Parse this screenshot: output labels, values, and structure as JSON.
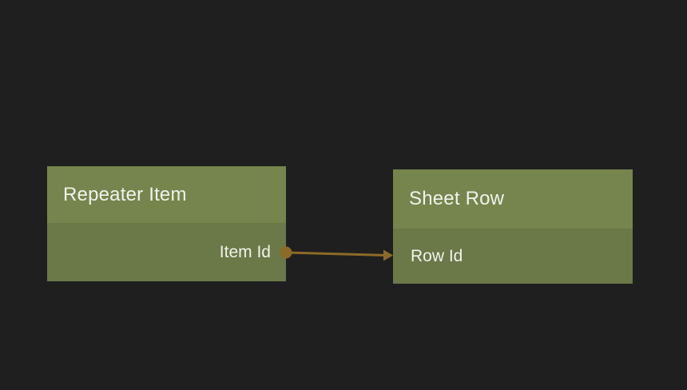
{
  "colors": {
    "background": "#1f1f20",
    "node_header": "#75854d",
    "node_body": "#6b7847",
    "text": "#f1f2ec",
    "connector": "#8e6a28"
  },
  "nodes": [
    {
      "id": "repeater-item",
      "title": "Repeater Item",
      "fields": [
        {
          "label": "Item Id",
          "port": "output"
        }
      ]
    },
    {
      "id": "sheet-row",
      "title": "Sheet Row",
      "fields": [
        {
          "label": "Row Id",
          "port": "input"
        }
      ]
    }
  ],
  "connections": [
    {
      "from_node": "Repeater Item",
      "from_field": "Item Id",
      "to_node": "Sheet Row",
      "to_field": "Row Id"
    }
  ]
}
